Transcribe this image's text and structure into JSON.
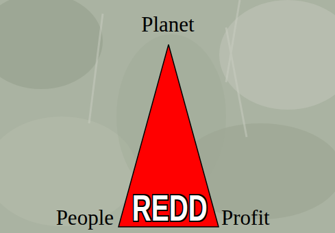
{
  "diagram": {
    "nodes": [
      {
        "text": [
          "REDD"
        ]
      }
    ],
    "labels": [
      "Planet",
      "People",
      "Profit"
    ]
  }
}
